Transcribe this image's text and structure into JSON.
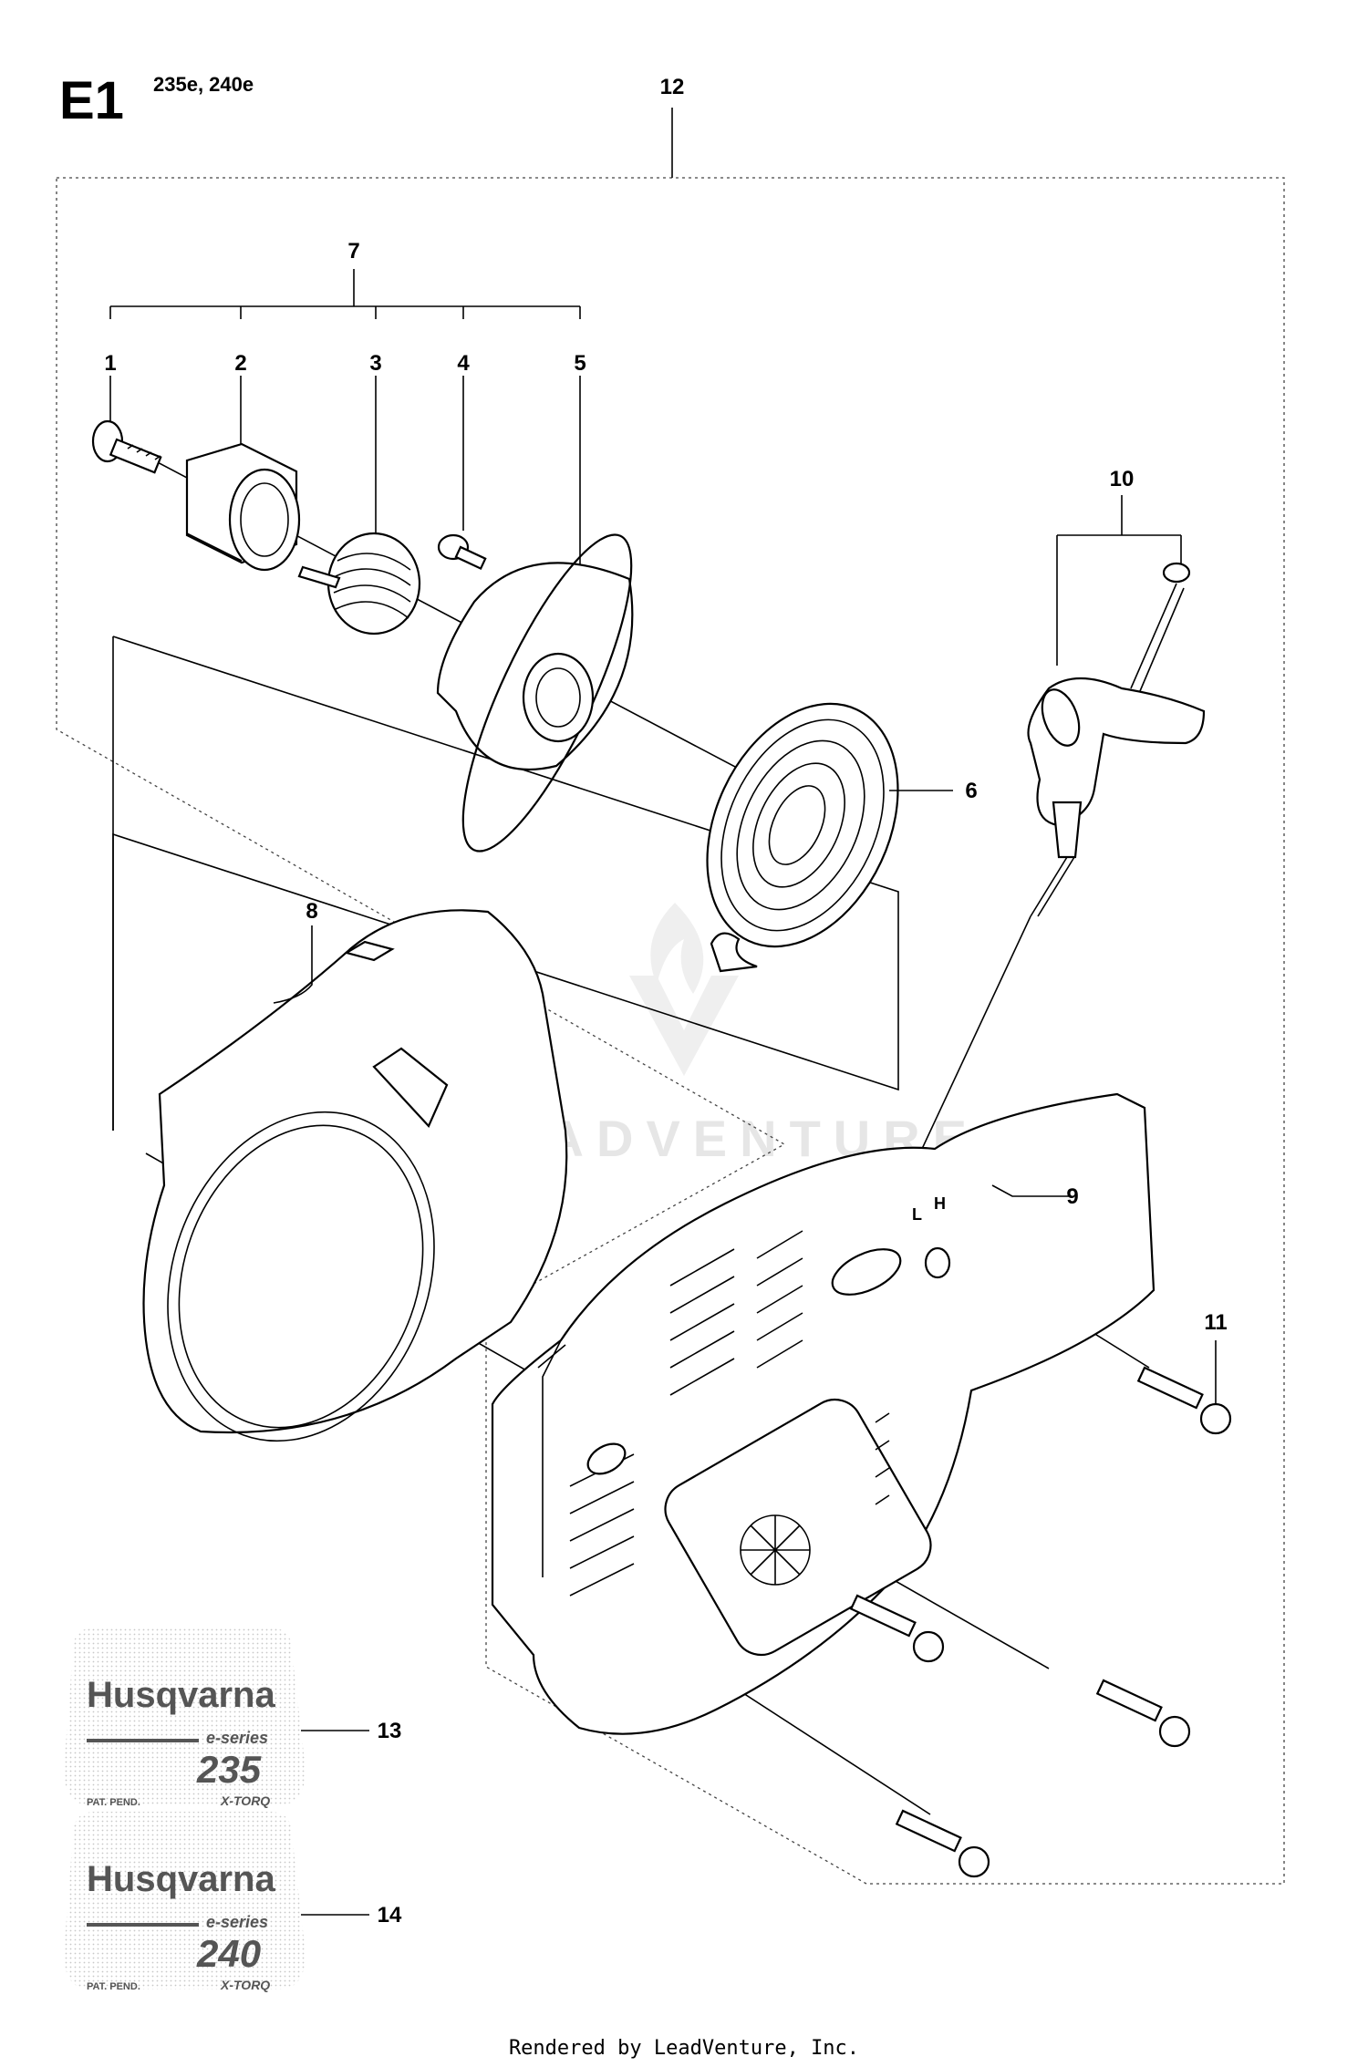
{
  "header": {
    "section": "E1",
    "models": "235e, 240e"
  },
  "callouts": [
    {
      "id": "c1",
      "label": "1"
    },
    {
      "id": "c2",
      "label": "2"
    },
    {
      "id": "c3",
      "label": "3"
    },
    {
      "id": "c4",
      "label": "4"
    },
    {
      "id": "c5",
      "label": "5"
    },
    {
      "id": "c6",
      "label": "6"
    },
    {
      "id": "c7",
      "label": "7"
    },
    {
      "id": "c8",
      "label": "8"
    },
    {
      "id": "c9",
      "label": "9"
    },
    {
      "id": "c10",
      "label": "10"
    },
    {
      "id": "c11",
      "label": "11"
    },
    {
      "id": "c12",
      "label": "12"
    },
    {
      "id": "c13",
      "label": "13"
    },
    {
      "id": "c14",
      "label": "14"
    }
  ],
  "decals": [
    {
      "brand": "Husqvarna",
      "series": "e-series",
      "model": "235",
      "patent": "PAT. PEND.",
      "tech": "X-TORQ"
    },
    {
      "brand": "Husqvarna",
      "series": "e-series",
      "model": "240",
      "patent": "PAT. PEND.",
      "tech": "X-TORQ"
    }
  ],
  "cover_letters": {
    "left": "L",
    "right": "H"
  },
  "watermark": "LEADVENTURE",
  "footer": {
    "credit": "Rendered by LeadVenture, Inc."
  }
}
